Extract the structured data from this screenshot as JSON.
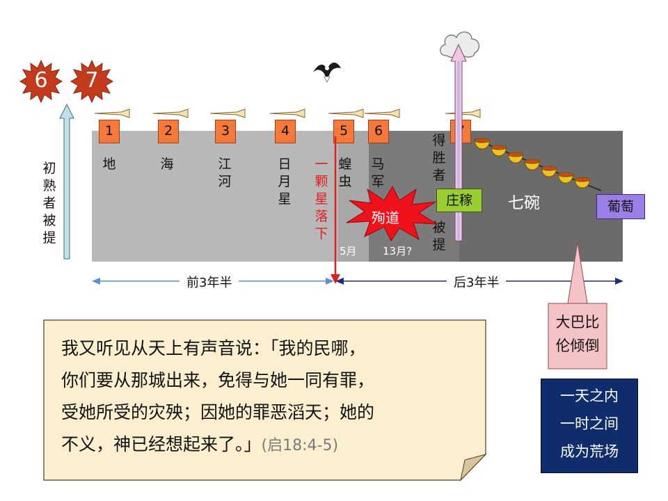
{
  "seals": [
    "6",
    "7"
  ],
  "left_arrow_label": [
    "初",
    "熟",
    "者",
    "被",
    "提"
  ],
  "trumpets": [
    {
      "num": "1",
      "label": [
        "地"
      ]
    },
    {
      "num": "2",
      "label": [
        "海"
      ]
    },
    {
      "num": "3",
      "label": [
        "江",
        "河"
      ]
    },
    {
      "num": "4",
      "label": [
        "日",
        "月",
        "星"
      ]
    },
    {
      "num": "5",
      "label": [
        "蝗",
        "虫"
      ]
    },
    {
      "num": "6",
      "label": [
        "马",
        "军"
      ]
    },
    {
      "num": "7",
      "label": []
    }
  ],
  "star_falls": [
    "一",
    "颗",
    "星",
    "落",
    "下"
  ],
  "victors_raptured": [
    "得",
    "胜",
    "者",
    "被",
    "提"
  ],
  "harvest": "庄稼",
  "grapes": "葡萄",
  "seven_bowls": "七碗",
  "martyrdom": "殉道",
  "five_months": "5月",
  "thirteen_months": "13月?",
  "first_half": "前3年半",
  "second_half": "后3年半",
  "babylon_fall": [
    "大巴比",
    "伦倾倒"
  ],
  "one_day": [
    "一天之内",
    "一时之间",
    "成为荒场"
  ],
  "quote_lines": [
    "我又听见从天上有声音说：「我的民哪，",
    "你们要从那城出来，免得与她一同有罪，",
    "受她所受的灾殃；因她的罪恶滔天；她的",
    "不义，神已经想起来了。」"
  ],
  "quote_ref": "(启18:4-5)",
  "colors": {
    "timeline_gray": "#b8b8b8",
    "timeline_dark": "#767676",
    "flag_orange": "#f4793b",
    "seal_red": "#c33b1c",
    "harvest_green": "#9acd32",
    "grapes_purple": "#9b7fe6",
    "babylon_pink": "#f3c3c6",
    "navy_box": "#0f2d6d",
    "scroll_bg": "#fbefcf"
  }
}
